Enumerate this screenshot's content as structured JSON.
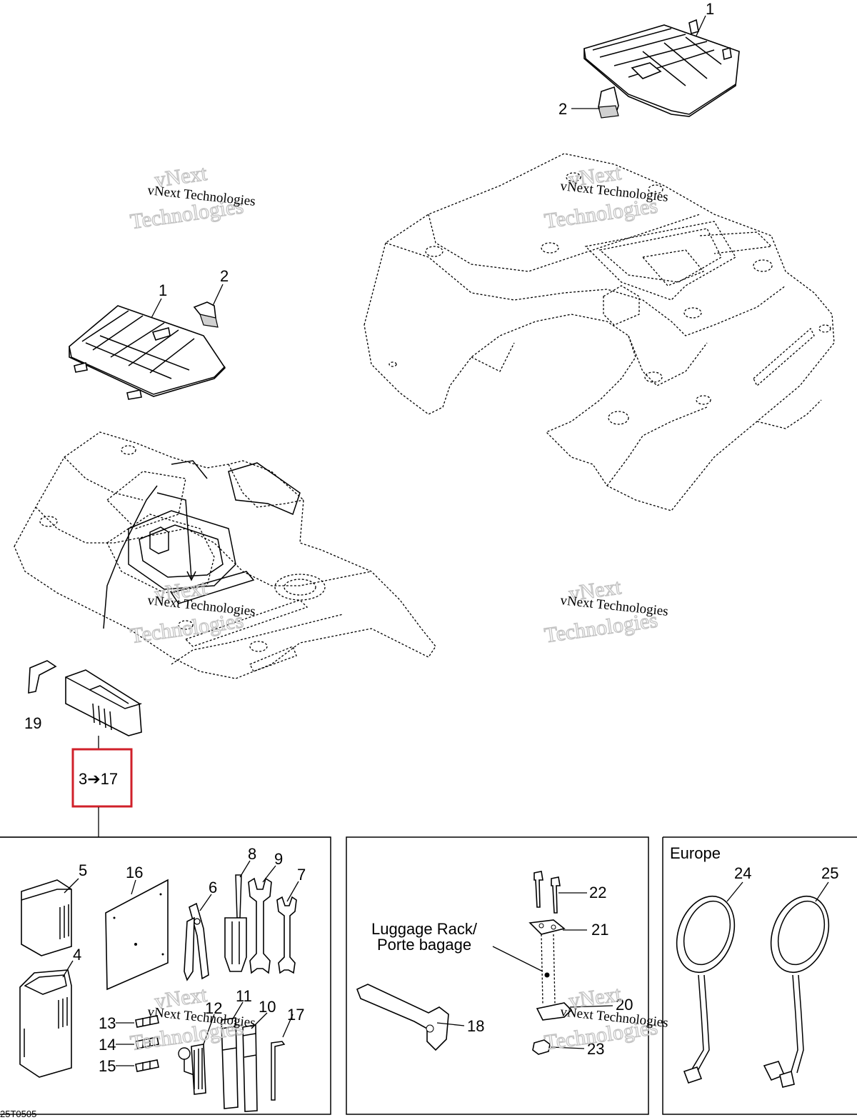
{
  "callouts": {
    "c1_top": "1",
    "c2_top": "2",
    "c1_left": "1",
    "c2_left": "2",
    "c19": "19",
    "range": "3➔17",
    "c5": "5",
    "c4": "4",
    "c16": "16",
    "c6": "6",
    "c8": "8",
    "c9": "9",
    "c7": "7",
    "c13": "13",
    "c14": "14",
    "c15": "15",
    "c12": "12",
    "c11": "11",
    "c10": "10",
    "c17": "17",
    "c22": "22",
    "c21": "21",
    "c20": "20",
    "c18": "18",
    "c23": "23",
    "c24": "24",
    "c25": "25"
  },
  "luggage_rack": {
    "line1": "Luggage Rack/",
    "line2": "Porte bagage"
  },
  "europe_label": "Europe",
  "watermark": {
    "small": "vNext Technologies",
    "large": "Technologies",
    "large_top": "vNext"
  },
  "figure_code": "25T0505",
  "colors": {
    "highlight_box": "#d0202a",
    "watermark_outline": "#c4c4c4"
  }
}
